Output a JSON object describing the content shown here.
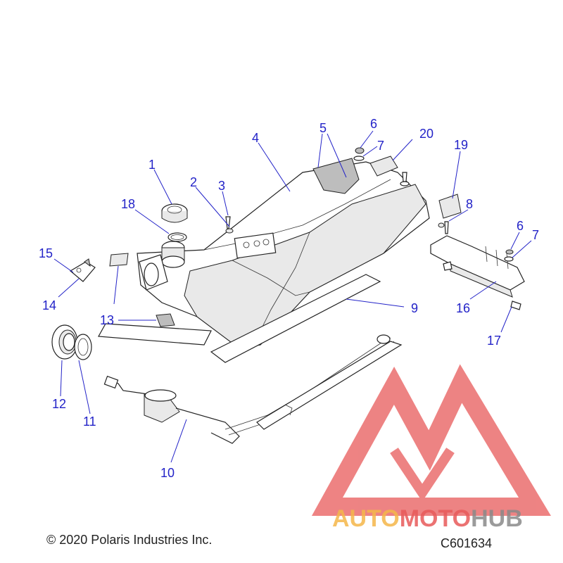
{
  "callouts": {
    "c1": "1",
    "c2": "2",
    "c3": "3",
    "c4": "4",
    "c5": "5",
    "c6a": "6",
    "c6b": "6",
    "c7a": "7",
    "c7b": "7",
    "c8": "8",
    "c9": "9",
    "c10": "10",
    "c11": "11",
    "c12": "12",
    "c13": "13",
    "c14": "14",
    "c15": "15",
    "c16": "16",
    "c17": "17",
    "c18": "18",
    "c19": "19",
    "c20": "20"
  },
  "footer": {
    "copyright": "© 2020 Polaris Industries Inc.",
    "drawing_number": "C601634"
  },
  "watermark": {
    "brand_part1": "AUTO",
    "brand_part2": "MOTO",
    "brand_part3": "HUB"
  },
  "colors": {
    "callout": "#2323c8",
    "watermark_red": "#e85a5a",
    "watermark_orange": "#f5b74a",
    "watermark_gray": "#8a8a8a"
  }
}
